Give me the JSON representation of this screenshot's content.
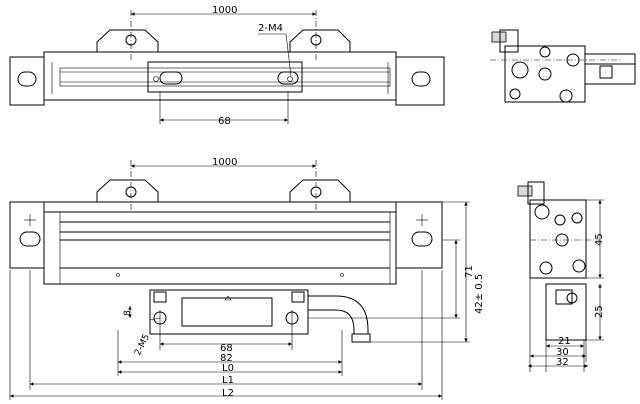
{
  "dimensions": {
    "top_span": "1000",
    "top_hole_label": "2-M4",
    "top_slider_span": "68",
    "front_span": "1000",
    "front_slider_span": "68",
    "front_82": "82",
    "front_L0": "L0",
    "front_L1": "L1",
    "front_L2": "L2",
    "front_hole_label": "2-M5",
    "front_8": "8",
    "side_45": "45",
    "side_42": "42± 0.5",
    "side_71": "71",
    "side_25": "25",
    "side_21": "21",
    "side_30": "30",
    "side_32": "32"
  }
}
